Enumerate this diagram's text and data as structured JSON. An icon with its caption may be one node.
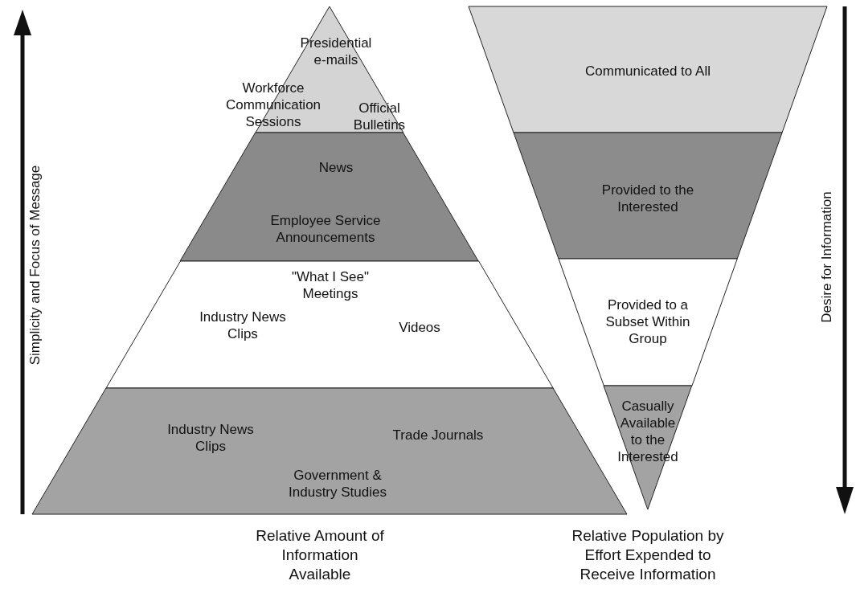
{
  "diagram": {
    "nodes": [
      {
        "text": [
          "Presidential e-mails",
          "Workforce Communication Sessions",
          "Official Bulletins"
        ]
      },
      {
        "text": [
          "News",
          "Employee Service Announcements"
        ]
      },
      {
        "text": [
          "\"What I See\" Meetings",
          "Industry News Clips",
          "Videos"
        ]
      },
      {
        "text": [
          "Industry News Clips",
          "Trade Journals",
          "Government & Industry Studies"
        ]
      },
      {
        "text": [
          "Communicated to All"
        ]
      },
      {
        "text": [
          "Provided to the Interested"
        ]
      },
      {
        "text": [
          "Provided to a Subset Within Group"
        ]
      },
      {
        "text": [
          "Casually Available to the Interested"
        ]
      }
    ],
    "edges": [],
    "labels": [
      "Simplicity and Focus of Message",
      "Desire for Information",
      "Relative Amount of Information Available",
      "Relative Population by Effort Expended to Receive Information"
    ]
  }
}
